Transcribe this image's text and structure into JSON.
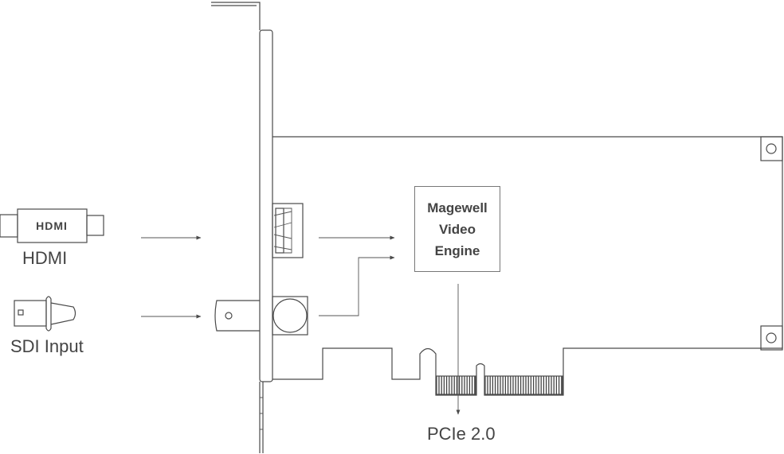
{
  "labels": {
    "hdmi": "HDMI",
    "sdi": "SDI Input",
    "pcie": "PCIe 2.0",
    "hdmi_logo": "HDMI"
  },
  "engine": {
    "line1": "Magewell",
    "line2": "Video",
    "line3": "Engine"
  },
  "icons": [
    "hdmi-connector-icon",
    "sdi-bnc-connector-icon",
    "pcie-card-outline"
  ],
  "colors": {
    "stroke": "#4a4a4a",
    "text": "#444444",
    "background": "#ffffff"
  }
}
